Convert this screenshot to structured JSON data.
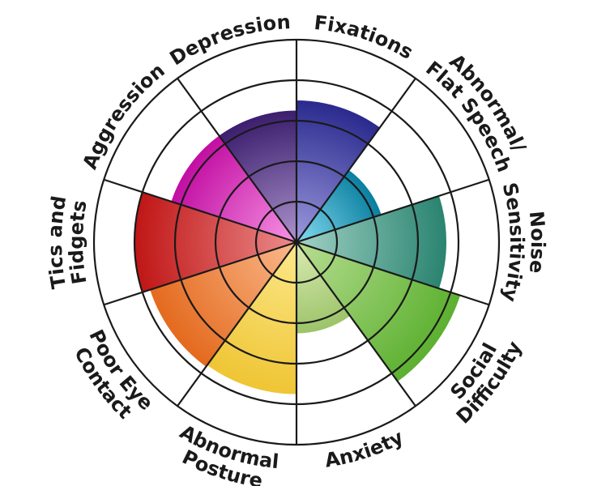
{
  "chart_data": {
    "type": "polar-area",
    "title": "",
    "scale": {
      "min": 0,
      "max": 5,
      "rings": [
        1,
        2,
        3,
        4,
        5
      ]
    },
    "start_angle_deg": 0,
    "direction": "clockwise",
    "grid": true,
    "legend": "none",
    "categories": [
      {
        "name": "Fixations",
        "label_lines": [
          "Fixations"
        ],
        "value": 3.5,
        "color_outer": "#2a2a8e",
        "color_inner": "#9c9ade"
      },
      {
        "name": "Abnormal/ Flat Speech",
        "label_lines": [
          "Abnormal/",
          "Flat Speech"
        ],
        "value": 2.2,
        "color_outer": "#0a7fa0",
        "color_inner": "#84dbf0"
      },
      {
        "name": "Noise Sensitivity",
        "label_lines": [
          "Noise",
          "Sensitivity"
        ],
        "value": 3.7,
        "color_outer": "#2a8470",
        "color_inner": "#a2d2c6"
      },
      {
        "name": "Social Difficulty",
        "label_lines": [
          "Social",
          "Difficulty"
        ],
        "value": 4.25,
        "color_outer": "#5cb030",
        "color_inner": "#b8de92"
      },
      {
        "name": "Anxiety",
        "label_lines": [
          "Anxiety"
        ],
        "value": 2.25,
        "color_outer": "#9cc46a",
        "color_inner": "#dcebb4"
      },
      {
        "name": "Abnormal Posture",
        "label_lines": [
          "Abnormal",
          "Posture"
        ],
        "value": 3.75,
        "color_outer": "#efc534",
        "color_inner": "#fce98c"
      },
      {
        "name": "Poor Eye Contact",
        "label_lines": [
          "Poor Eye",
          "Contact"
        ],
        "value": 3.8,
        "color_outer": "#e46a1e",
        "color_inner": "#fab98c"
      },
      {
        "name": "Tics and Fidgets",
        "label_lines": [
          "Tics and",
          "Fidgets"
        ],
        "value": 4.0,
        "color_outer": "#c01616",
        "color_inner": "#ec8c8c"
      },
      {
        "name": "Aggression",
        "label_lines": [
          "Aggression"
        ],
        "value": 3.25,
        "color_outer": "#c20ea2",
        "color_inner": "#f794e4"
      },
      {
        "name": "Depression",
        "label_lines": [
          "Depression"
        ],
        "value": 3.25,
        "color_outer": "#3c1e6e",
        "color_inner": "#ac94cc"
      }
    ],
    "line_color": "#1a1a1a"
  }
}
